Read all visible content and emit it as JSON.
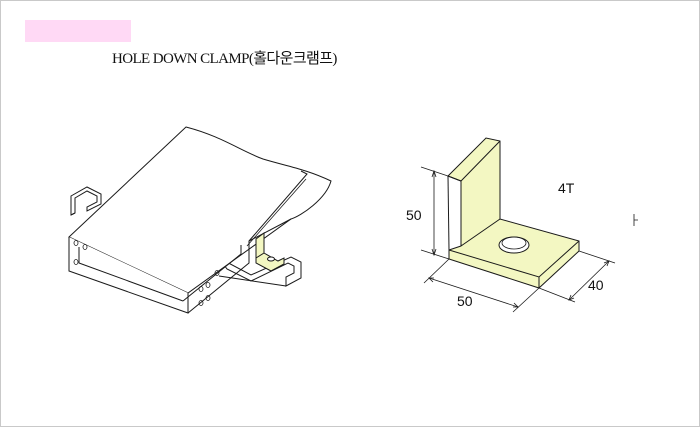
{
  "header": {
    "title": "HOLE DOWN CLAMP(홀다운크램프)"
  },
  "bracket_drawing": {
    "height_label": "50",
    "length_label": "50",
    "depth_label": "40",
    "thickness_label": "4T"
  },
  "colors": {
    "pink_tag": "#ffd9f5",
    "bracket_fill": "#f3f7c2",
    "line": "#1a1a1a"
  }
}
